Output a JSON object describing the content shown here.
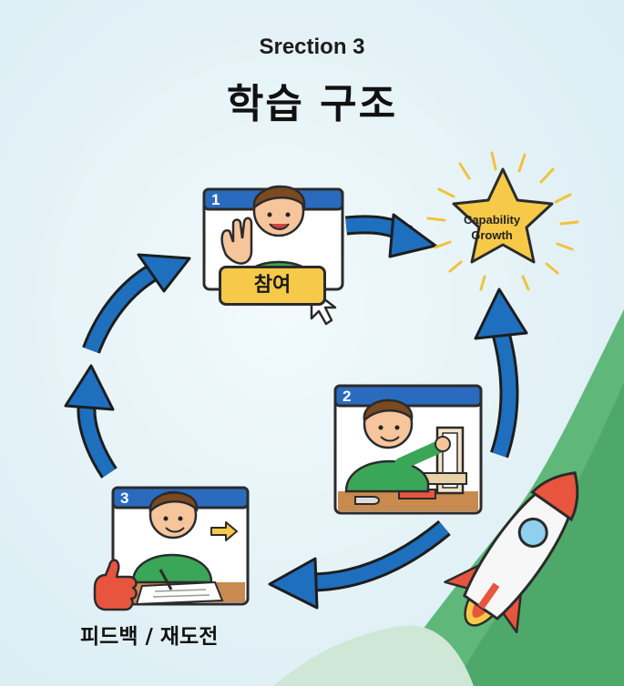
{
  "header": {
    "section_label": "Srection 3",
    "title": "학습 구조"
  },
  "steps": [
    {
      "number": "1",
      "label": "참여"
    },
    {
      "number": "2"
    },
    {
      "number": "3",
      "label": "피드백 / 재도전"
    }
  ],
  "goal": {
    "text_line1": "Capability",
    "text_line2": "Growth"
  },
  "colors": {
    "background": "#e3f2f7",
    "arrow_blue": "#1f6fbf",
    "card_header_blue": "#2b6bbd",
    "star_yellow": "#f7c948",
    "shirt_green": "#3aa657",
    "hill_green": "#5fb87a",
    "rocket_red": "#e8553e"
  },
  "icons": [
    "cursor-icon",
    "thumbs-up-icon",
    "arrow-right-icon",
    "star-icon",
    "rocket-icon"
  ]
}
